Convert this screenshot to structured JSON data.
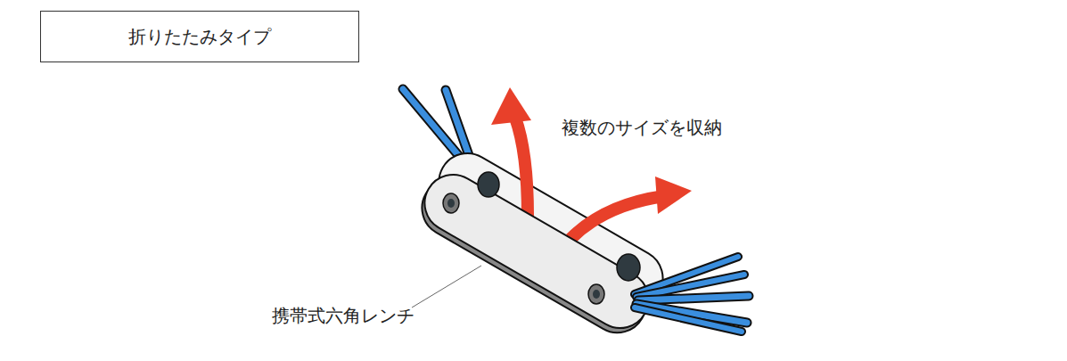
{
  "diagram": {
    "nodes": [
      {
        "text": [
          "折りたたみタイプ"
        ]
      }
    ],
    "labels": [
      "複数のサイズを収納",
      "携帯式六角レンチ"
    ]
  }
}
